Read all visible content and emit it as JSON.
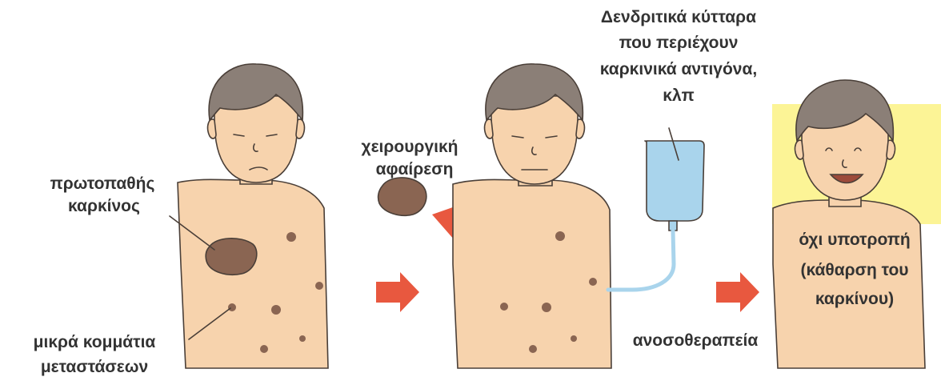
{
  "colors": {
    "skin": "#f7d3ad",
    "skin_outline": "#4a3f38",
    "hair": "#8b7f77",
    "tumor": "#8a6552",
    "metastasis": "#8a6552",
    "arrow": "#e8583f",
    "iv_bag": "#a9d4ec",
    "glow": "#fbf06a",
    "text": "#333333"
  },
  "icons": {
    "surgery_arrow": "curved-arrow-icon",
    "step_arrow": "right-arrow-icon",
    "iv_bag": "iv-bag-icon"
  },
  "labels": {
    "primary_cancer": [
      "πρωτοπαθής",
      "καρκίνος"
    ],
    "micrometastases": [
      "μικρά κομμάτια",
      "μεταστάσεων"
    ],
    "surgical_removal": [
      "χειρουργική",
      "αφαίρεση"
    ],
    "dendritic_cells": [
      "Δενδριτικά κύτταρα",
      "που περιέχουν",
      "καρκινικά αντιγόνα,",
      "κλπ"
    ],
    "immunotherapy": "ανοσοθεραπεία",
    "no_recurrence": [
      "όχι υποτροπή",
      "(κάθαρση του",
      "καρκίνου)"
    ]
  }
}
